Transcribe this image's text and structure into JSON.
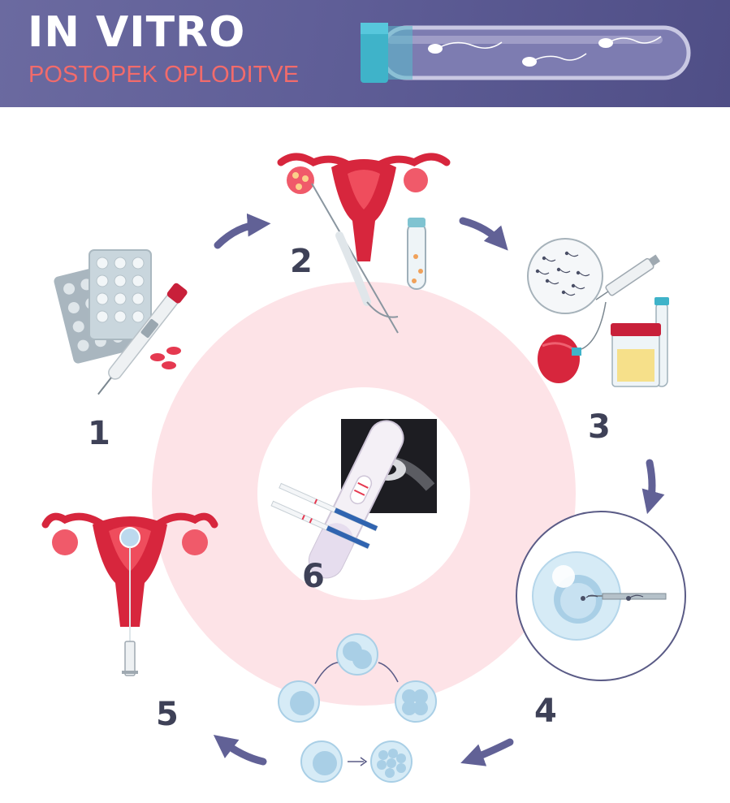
{
  "header": {
    "title": "IN VITRO",
    "subtitle": "POSTOPEK OPLODITVE"
  },
  "steps": [
    {
      "number": "1",
      "icon": "medication-icon"
    },
    {
      "number": "2",
      "icon": "egg-retrieval-icon"
    },
    {
      "number": "3",
      "icon": "sperm-collection-icon"
    },
    {
      "number": "4",
      "icon": "icsi-fertilization-icon"
    },
    {
      "number": "5",
      "icon": "embryo-transfer-icon"
    },
    {
      "number": "6",
      "icon": "pregnancy-test-icon"
    }
  ],
  "colors": {
    "header_bg": "#5f5e97",
    "title": "#ffffff",
    "subtitle": "#f26b6b",
    "ring": "#fde3e7",
    "arrow": "#616196",
    "uterus": "#d7263d",
    "numbers": "#3e4157"
  }
}
